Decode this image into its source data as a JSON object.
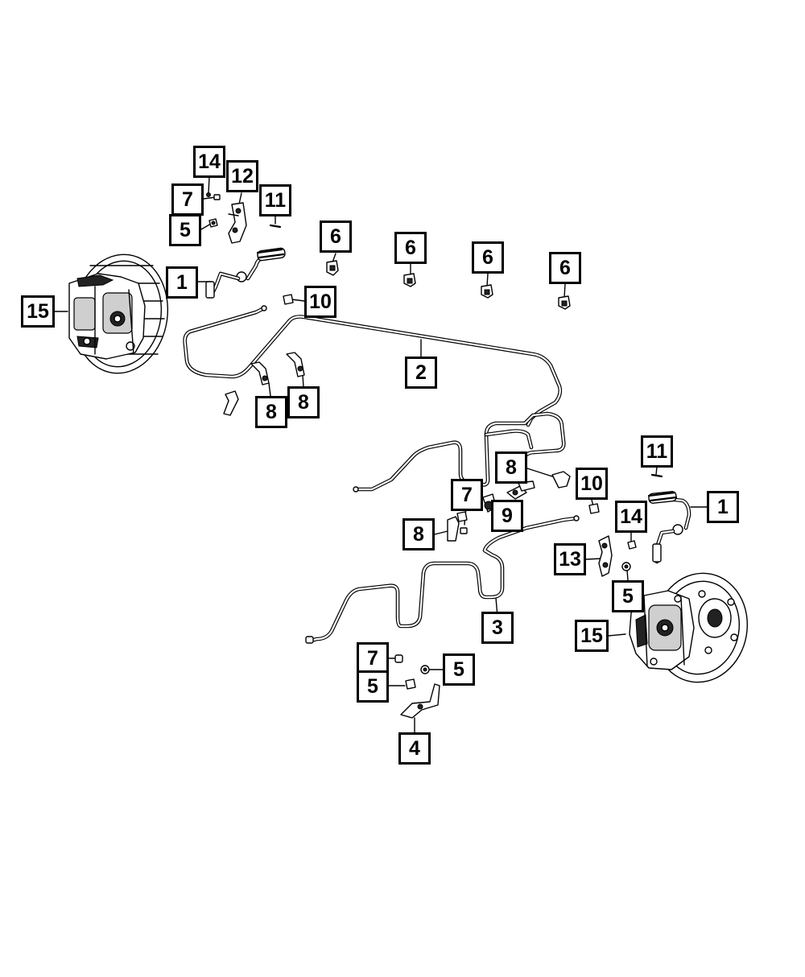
{
  "callouts": {
    "c14a": "14",
    "c12": "12",
    "c7a": "7",
    "c11a": "11",
    "c5a": "5",
    "c1a": "1",
    "c15a": "15",
    "c10a": "10",
    "c6a": "6",
    "c6b": "6",
    "c6c": "6",
    "c6d": "6",
    "c2": "2",
    "c8a": "8",
    "c8b": "8",
    "c11b": "11",
    "c8c": "8",
    "c7b": "7",
    "c9": "9",
    "c10b": "10",
    "c1b": "1",
    "c14b": "14",
    "c8d": "8",
    "c13": "13",
    "c5b": "5",
    "c3": "3",
    "c15b": "15",
    "c7c": "7",
    "c5c": "5",
    "c5d": "5",
    "c4": "4"
  }
}
